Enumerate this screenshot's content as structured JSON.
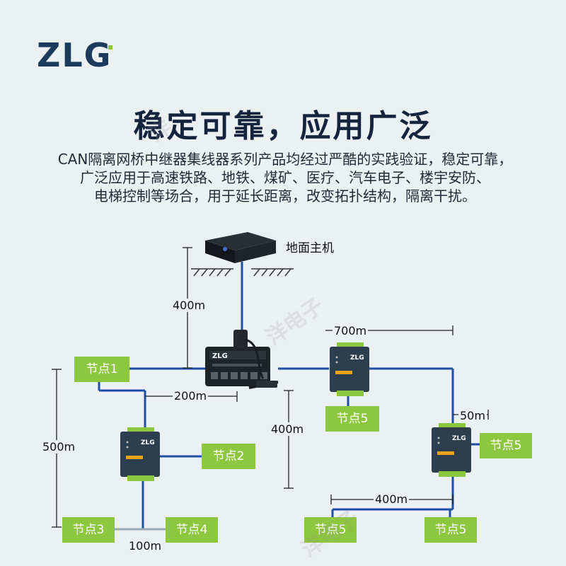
{
  "brand": {
    "logo_text": "ZLG",
    "primary_color": "#1b3a5c",
    "accent_color": "#8dc63f"
  },
  "headline": "稳定可靠，应用广泛",
  "description": [
    "CAN隔离网桥中继器集线器系列产品均经过严酷的实践验证，稳定可靠，",
    "广泛应用于高速铁路、地铁、煤矿、医疗、汽车电子、楼宇安防、",
    "电梯控制等场合，用于延长距离，改变拓扑结构，隔离干扰。"
  ],
  "diagram": {
    "host_label": "地面主机",
    "nodes": {
      "node1": "节点1",
      "node2": "节点2",
      "node3": "节点3",
      "node4": "节点4",
      "node5_a": "节点5",
      "node5_b": "节点5",
      "node5_c": "节点5",
      "node5_d": "节点5"
    },
    "distances": {
      "host_to_hub": "400m",
      "hub_to_right": "700m",
      "hub_branch": "200m",
      "left_vertical": "500m",
      "right_vertical": "400m",
      "stub_right": "50m",
      "bottom_left": "100m",
      "bottom_right": "400m"
    },
    "devices": {
      "hub_brand": "ZLG",
      "repeater_brand": "ZLG"
    },
    "colors": {
      "bus_line": "#1e4fa0",
      "node_fill": "#8dc63f",
      "device_body": "#2d3f4f"
    }
  }
}
